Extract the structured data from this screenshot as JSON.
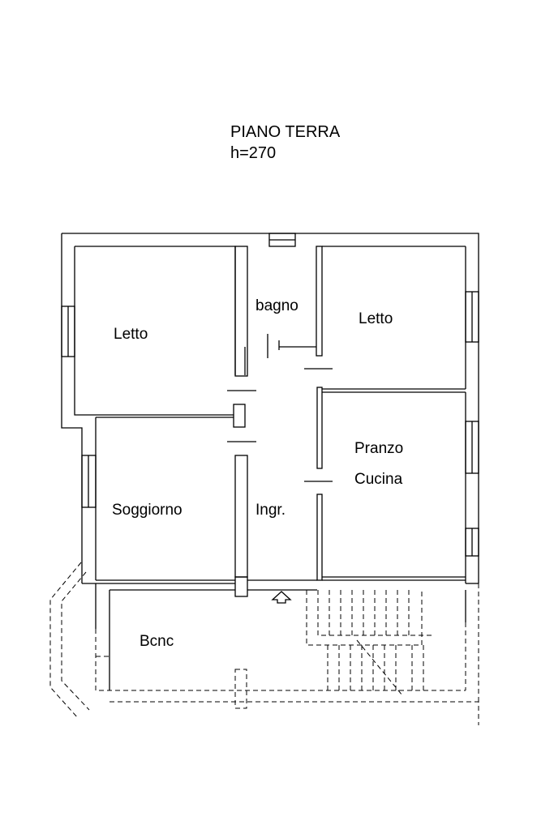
{
  "plan": {
    "title": "PIANO TERRA",
    "height": "h=270"
  },
  "rooms": {
    "letto_left": "Letto",
    "bagno": "bagno",
    "letto_right": "Letto",
    "pranzo": "Pranzo",
    "cucina": "Cucina",
    "soggiorno": "Soggiorno",
    "ingresso": "Ingr.",
    "balcone": "Bcnc"
  }
}
